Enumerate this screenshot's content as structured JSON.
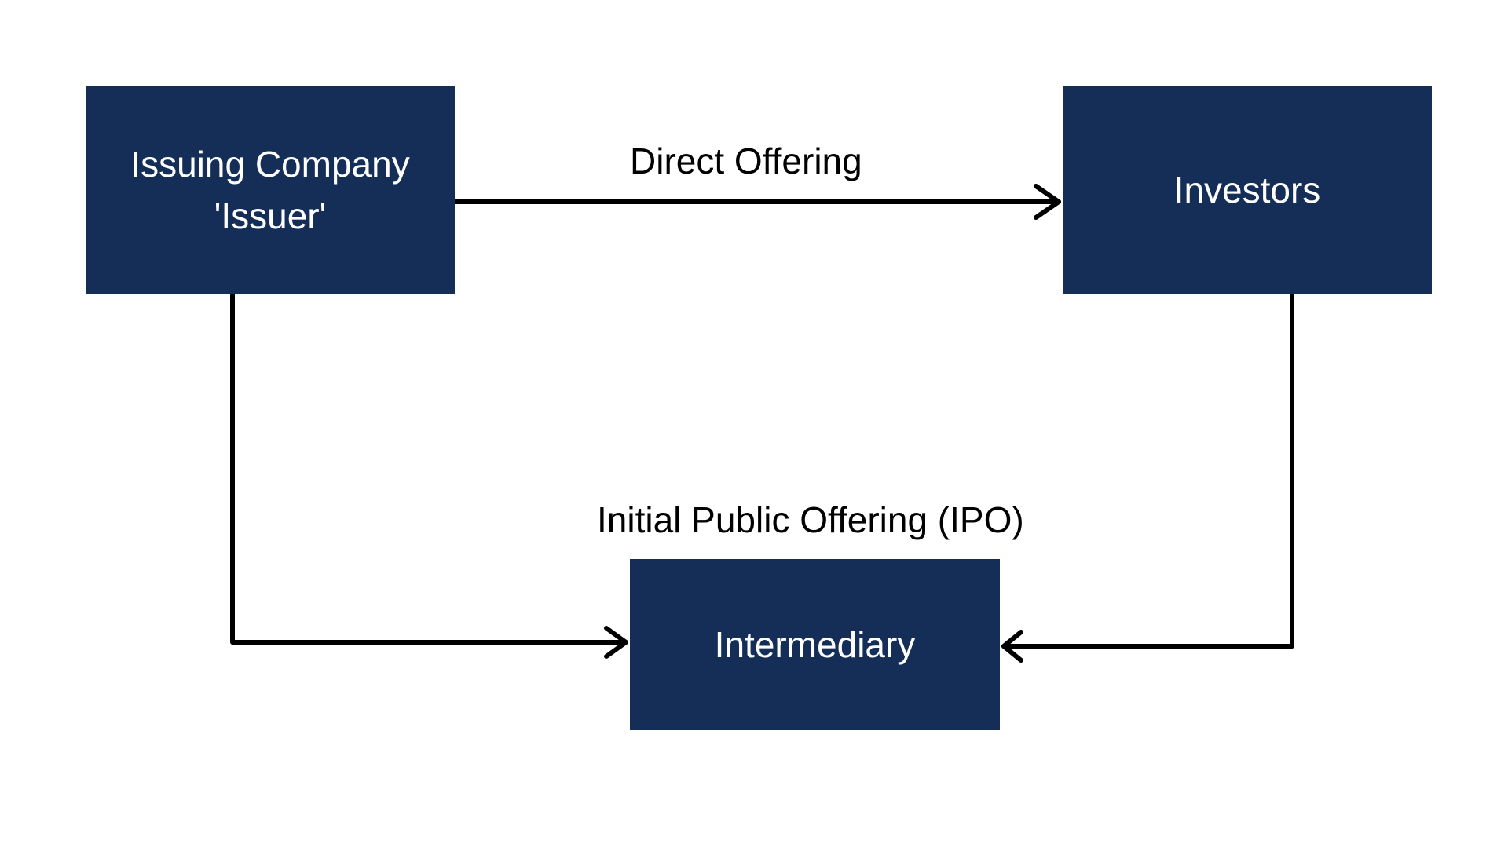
{
  "colors": {
    "node_fill": "#152e57",
    "node_text": "#ffffff",
    "connector": "#000000",
    "background": "#ffffff"
  },
  "nodes": {
    "issuer": {
      "line1": "Issuing Company",
      "line2": "'Issuer'"
    },
    "investors": {
      "label": "Investors"
    },
    "intermediary": {
      "label": "Intermediary"
    }
  },
  "edges": {
    "direct_offering": {
      "label": "Direct Offering",
      "from": "issuer",
      "to": "investors"
    },
    "ipo": {
      "label": "Initial Public Offering (IPO)",
      "from": "issuer",
      "to": "intermediary"
    },
    "investors_to_intermediary": {
      "label": "",
      "from": "investors",
      "to": "intermediary"
    }
  }
}
